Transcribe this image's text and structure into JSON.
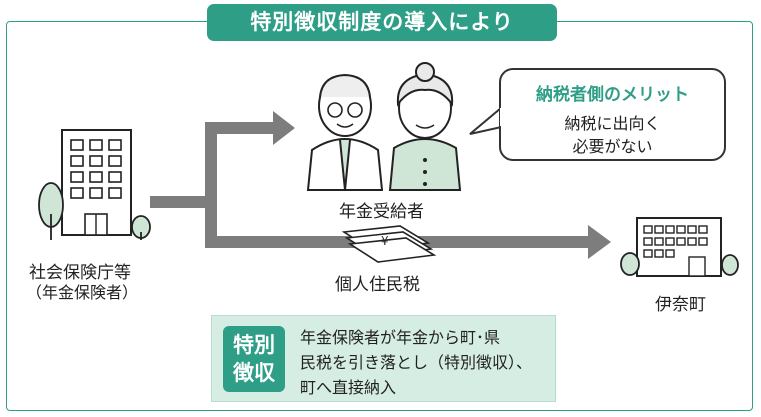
{
  "header": {
    "title": "特別徴収制度の導入により"
  },
  "labels": {
    "pensioners": "年金受給者",
    "insurer_line1": "社会保険庁等",
    "insurer_line2": "（年金保険者）",
    "tax": "個人住民税",
    "town": "伊奈町"
  },
  "bubble": {
    "title": "納税者側のメリット",
    "line1": "納税に出向く",
    "line2": "必要がない"
  },
  "info": {
    "badge_line1": "特別",
    "badge_line2": "徴収",
    "line1": "年金保険者が年金から町･県",
    "line2": "民税を引き落とし（特別徴収）、",
    "line3": "町へ直接納入"
  },
  "colors": {
    "accent": "#2e9e86",
    "info_bg": "#d6ede4",
    "arrow": "#7d7d7d",
    "figure_green": "#cfe5d6"
  },
  "icons": [
    "office-building-icon",
    "town-hall-icon",
    "tree-icon",
    "elderly-couple-icon",
    "tax-papers-icon",
    "yen-icon"
  ]
}
